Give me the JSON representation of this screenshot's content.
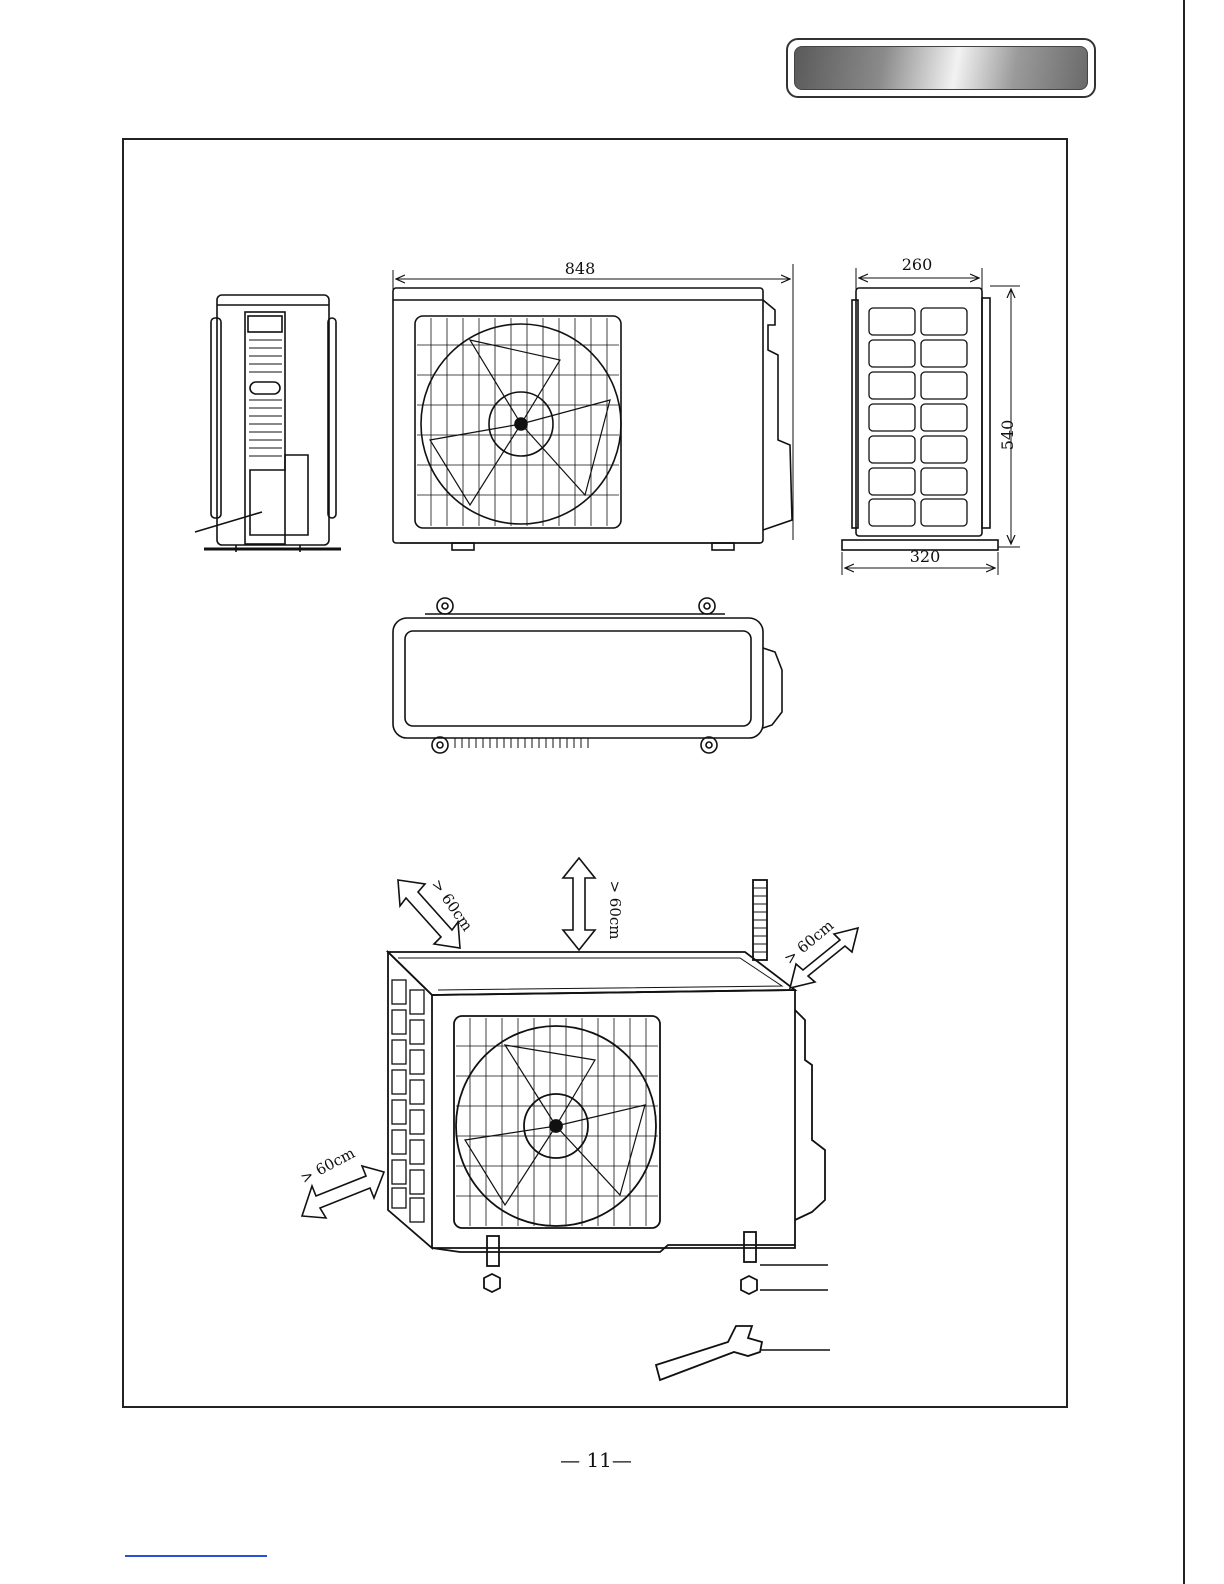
{
  "dimensions": {
    "width_label": "848",
    "depth_label": "260",
    "base_depth_label": "320",
    "height_label": "540"
  },
  "clearances": {
    "top": "> 60cm",
    "back_left": "> 60cm",
    "back_right": "> 60cm",
    "left_side": "> 60cm"
  },
  "footer": {
    "page_number": "— 11—"
  }
}
